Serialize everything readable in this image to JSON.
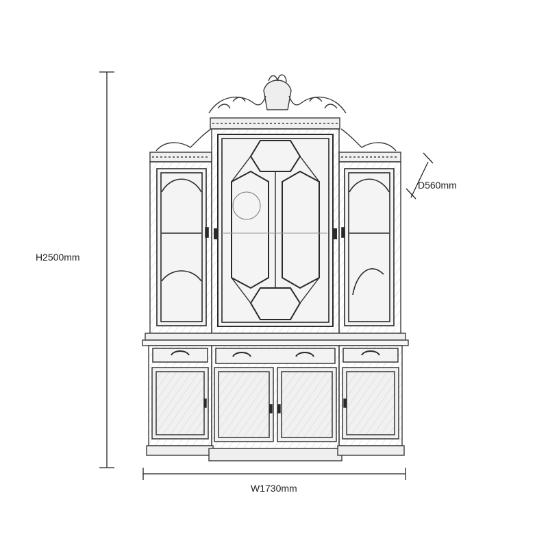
{
  "dimensions": {
    "height_label": "H2500mm",
    "width_label": "W1730mm",
    "depth_label": "D560mm"
  },
  "colors": {
    "line": "#222222",
    "sketch": "#3a3a3a",
    "glass": "#f4f4f4"
  }
}
